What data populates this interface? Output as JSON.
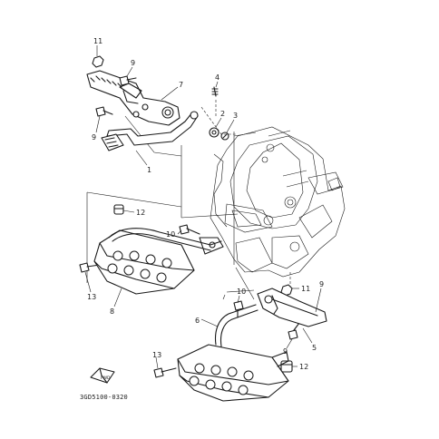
{
  "diagram": {
    "drawing_code": "3GD5100-0320",
    "fwd_mark": "FWD",
    "callouts": [
      {
        "id": "c-11a",
        "label": "11"
      },
      {
        "id": "c-9a",
        "label": "9"
      },
      {
        "id": "c-7",
        "label": "7"
      },
      {
        "id": "c-4",
        "label": "4"
      },
      {
        "id": "c-2",
        "label": "2"
      },
      {
        "id": "c-3",
        "label": "3"
      },
      {
        "id": "c-9b",
        "label": "9"
      },
      {
        "id": "c-1",
        "label": "1"
      },
      {
        "id": "c-12a",
        "label": "12"
      },
      {
        "id": "c-10a",
        "label": "10"
      },
      {
        "id": "c-13a",
        "label": "13"
      },
      {
        "id": "c-8",
        "label": "8"
      },
      {
        "id": "c-10b",
        "label": "10"
      },
      {
        "id": "c-11b",
        "label": "11"
      },
      {
        "id": "c-9c",
        "label": "9"
      },
      {
        "id": "c-6",
        "label": "6"
      },
      {
        "id": "c-9d",
        "label": "9"
      },
      {
        "id": "c-5",
        "label": "5"
      },
      {
        "id": "c-13b",
        "label": "13"
      },
      {
        "id": "c-12b",
        "label": "12"
      }
    ]
  }
}
